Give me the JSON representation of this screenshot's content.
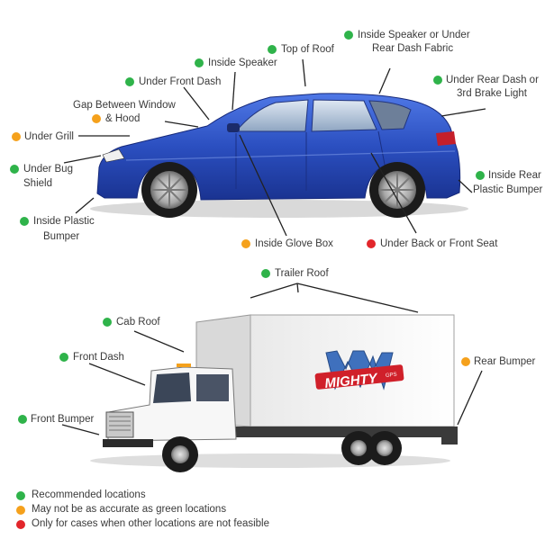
{
  "colors": {
    "recommended": "#2fb34a",
    "less_accurate": "#f5a11c",
    "not_feasible": "#e2262b",
    "car_body": "#2b4fc0",
    "leader": "#222222"
  },
  "car": {
    "labels": {
      "inside_speaker_rear_dash_l1": "Inside Speaker or Under",
      "inside_speaker_rear_dash_l2": "Rear Dash Fabric",
      "top_of_roof": "Top of Roof",
      "inside_speaker": "Inside Speaker",
      "under_front_dash": "Under Front Dash",
      "under_rear_dash_l1": "Under Rear Dash or",
      "under_rear_dash_l2": "3rd Brake Light",
      "gap_window_hood_l1": "Gap Between Window",
      "gap_window_hood_l2": "& Hood",
      "under_grill": "Under Grill",
      "under_bug_shield_l1": "Under Bug",
      "under_bug_shield_l2": "Shield",
      "inside_rear_bumper_l1": "Inside Rear",
      "inside_rear_bumper_l2": "Plastic Bumper",
      "inside_plastic_bumper_l1": "Inside Plastic",
      "inside_plastic_bumper_l2": "Bumper",
      "inside_glove_box": "Inside Glove Box",
      "under_seat": "Under Back or Front Seat"
    }
  },
  "truck": {
    "labels": {
      "trailer_roof": "Trailer Roof",
      "cab_roof": "Cab Roof",
      "front_dash": "Front Dash",
      "front_bumper": "Front Bumper",
      "rear_bumper": "Rear Bumper"
    },
    "logo": {
      "brand": "MIGHTY",
      "suffix": "GPS"
    }
  },
  "legend": {
    "recommended": "Recommended locations",
    "less_accurate": "May not be as accurate as green locations",
    "not_feasible": "Only for cases when other locations are not feasible"
  }
}
